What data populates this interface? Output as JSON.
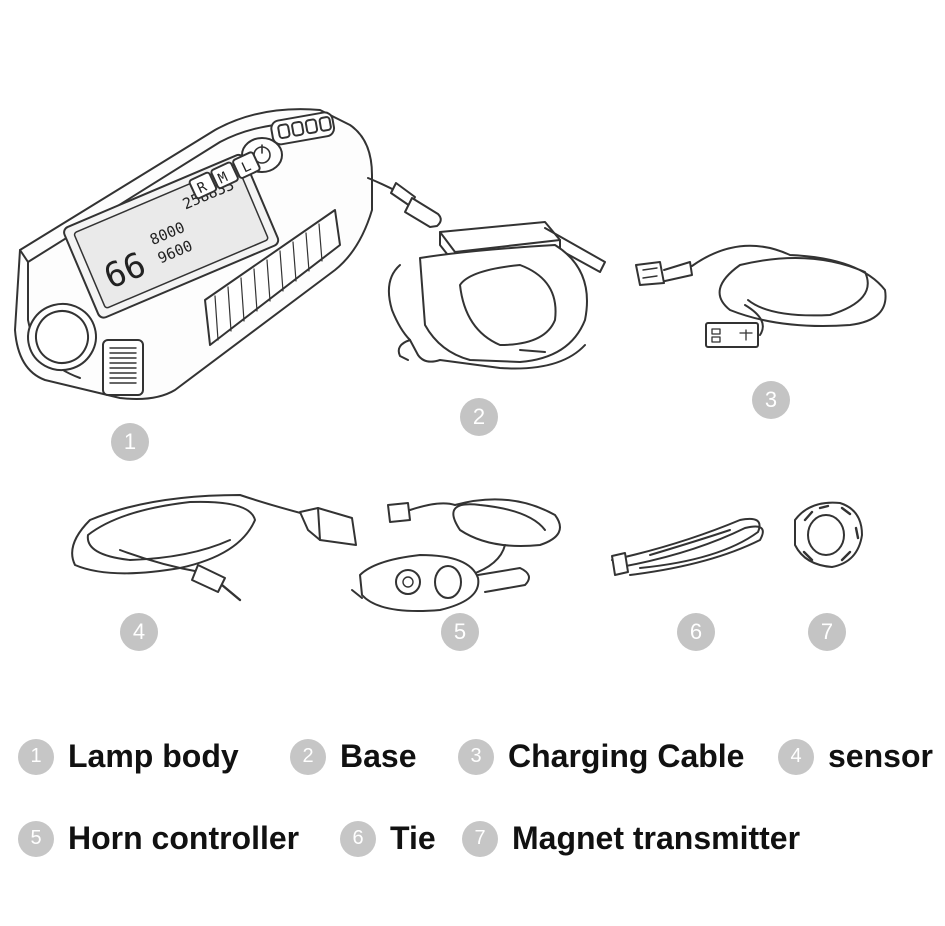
{
  "parts": [
    {
      "number": "1",
      "label": "Lamp body"
    },
    {
      "number": "2",
      "label": "Base"
    },
    {
      "number": "3",
      "label": "Charging Cable"
    },
    {
      "number": "4",
      "label": "sensor"
    },
    {
      "number": "5",
      "label": "Horn controller"
    },
    {
      "number": "6",
      "label": "Tie"
    },
    {
      "number": "7",
      "label": "Magnet transmitter"
    }
  ],
  "lcd": {
    "speed": "66",
    "trip": "8000",
    "total": "9600",
    "odo": "258833",
    "mode_buttons": [
      "L",
      "M",
      "R"
    ]
  },
  "colors": {
    "badge": "#c4c4c4",
    "ink": "#111111",
    "line": "#333333"
  }
}
